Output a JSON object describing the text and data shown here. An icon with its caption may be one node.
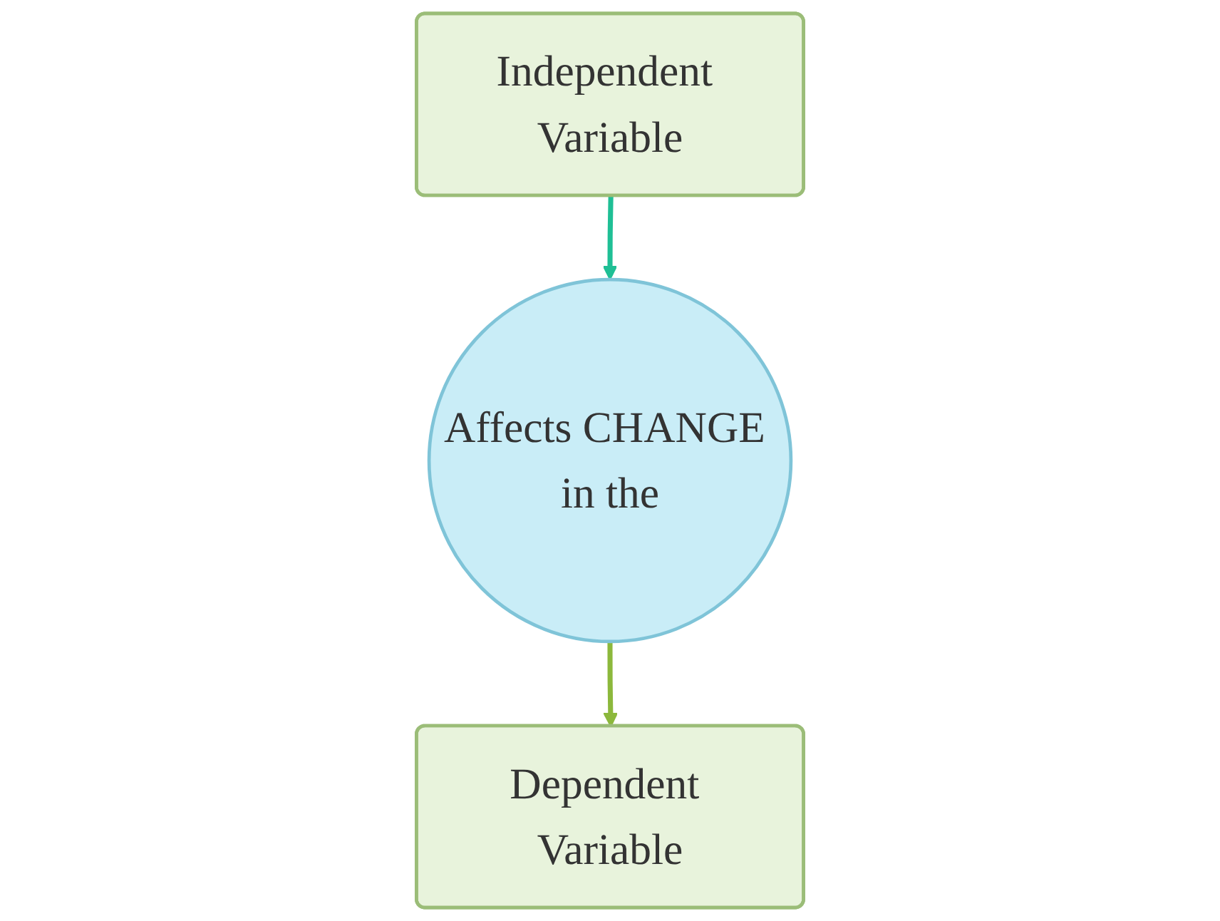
{
  "diagram": {
    "nodes": [
      {
        "text": [
          "Independent Variable"
        ]
      },
      {
        "text": [
          "Affects CHANGE in the"
        ]
      },
      {
        "text": [
          "Dependent Variable"
        ]
      }
    ],
    "edges": [
      {
        "from": 0,
        "to": 1,
        "arrow": "to",
        "color": "#1fbf95"
      },
      {
        "from": 1,
        "to": 2,
        "arrow": "to",
        "color": "#8cb83c"
      }
    ]
  }
}
